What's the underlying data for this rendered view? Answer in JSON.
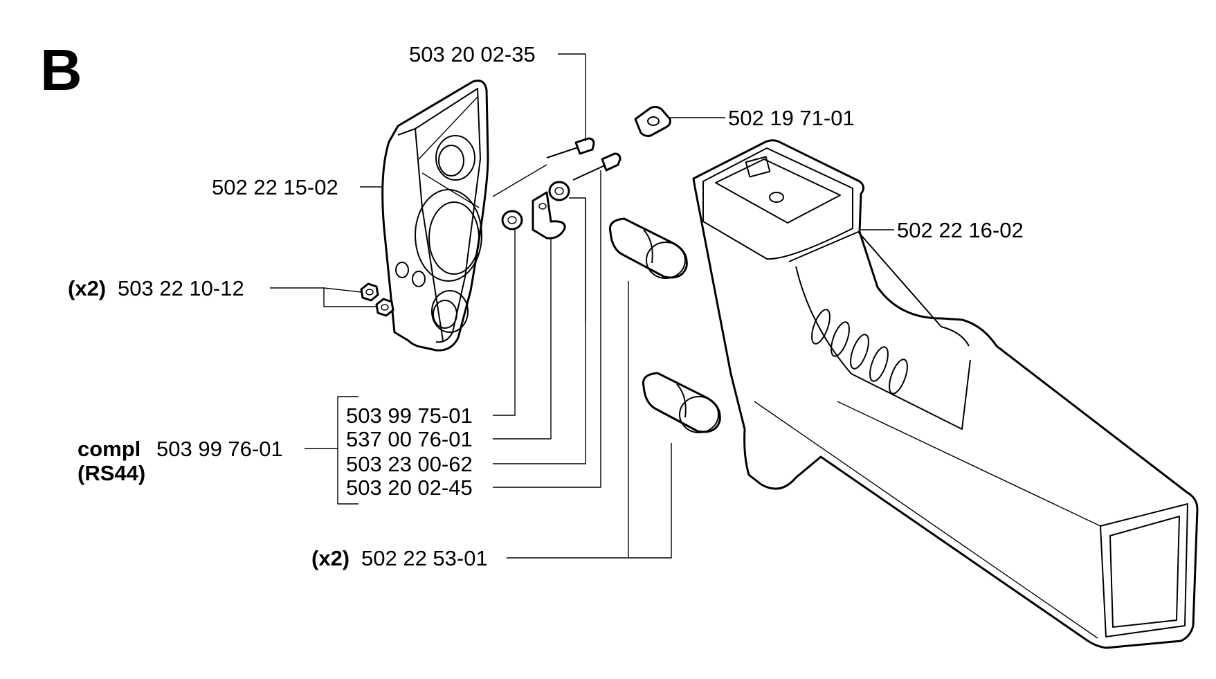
{
  "section_letter": "B",
  "labels": {
    "screw_top": "503 20 02-35",
    "nut_top": "502 19 71-01",
    "cover": "502 22 15-02",
    "handle": "502 22 16-02",
    "nuts_qty": "(x2)",
    "nuts": "503 22 10-12",
    "kit_item_1": "503 99 75-01",
    "kit_item_2": "537 00 76-01",
    "kit_item_3": "503 23 00-62",
    "kit_item_4": "503 20 02-45",
    "kit_prefix": "compl",
    "kit": "503 99 76-01",
    "kit_model": "(RS44)",
    "dampers_qty": "(x2)",
    "dampers": "502 22 53-01"
  }
}
